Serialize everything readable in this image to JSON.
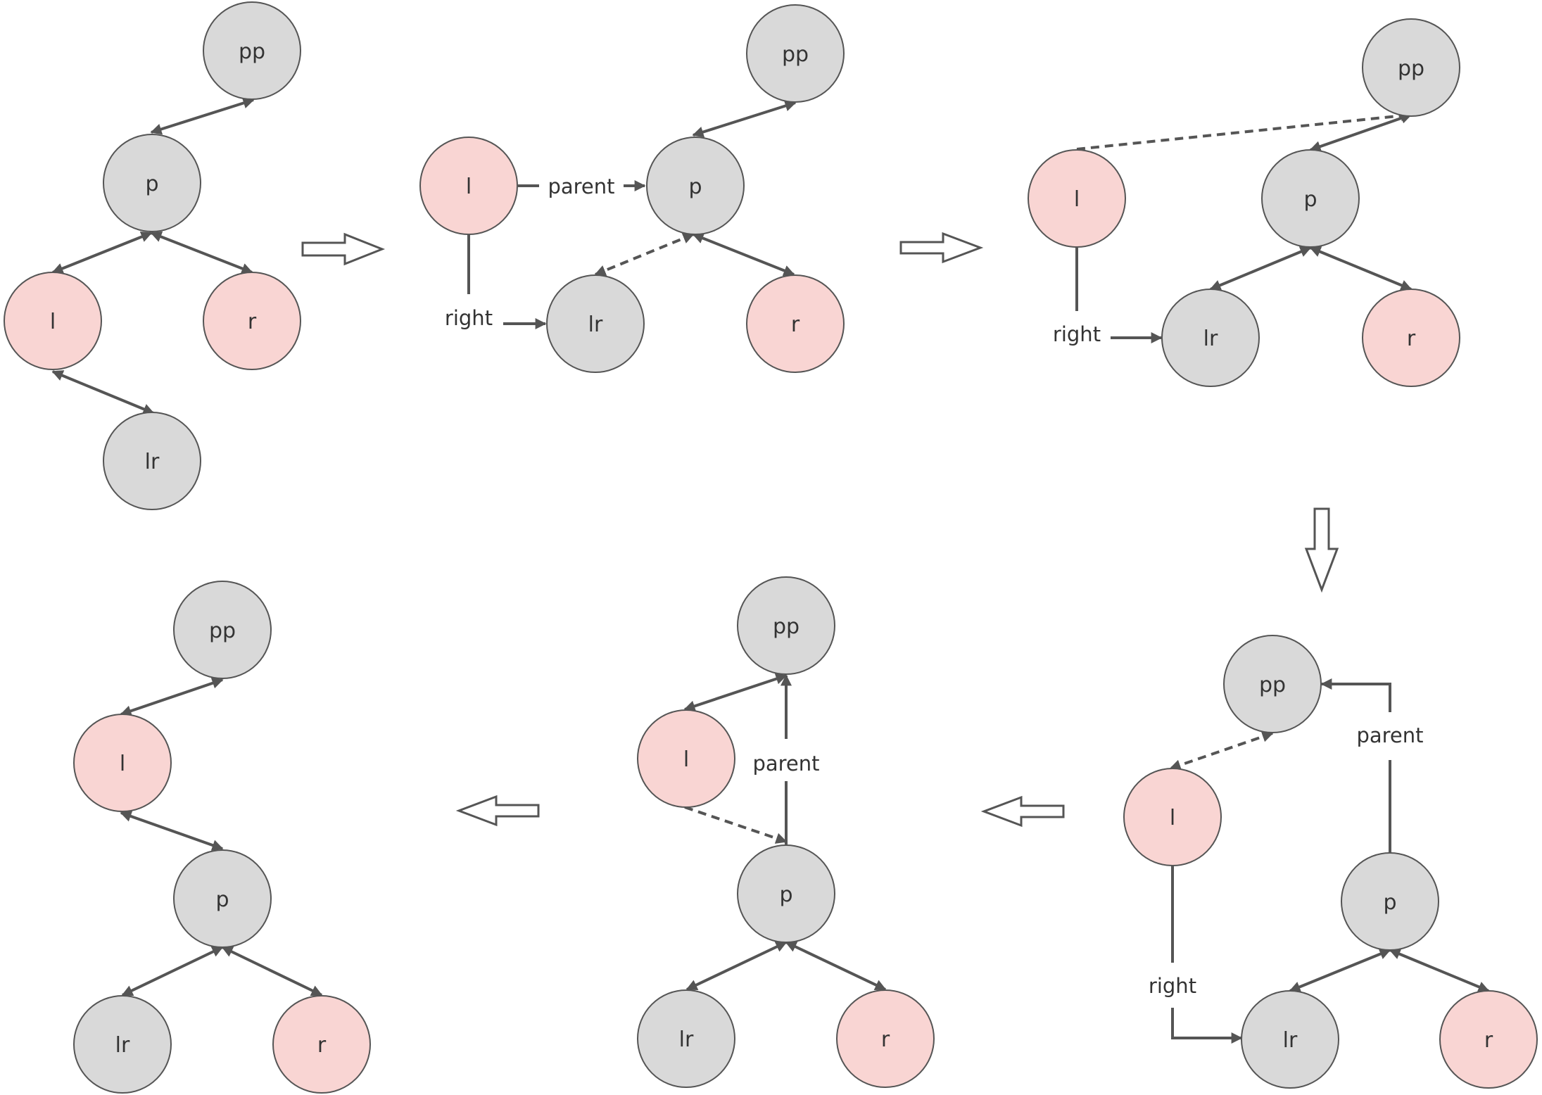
{
  "colors": {
    "gray_node": "#d9d9d9",
    "pink_node": "#f9d5d3",
    "stroke": "#555555",
    "label": "#333333"
  },
  "panels": [
    {
      "id": "panel-1",
      "nodes": [
        {
          "id": "pp",
          "label": "pp",
          "fill": "gray"
        },
        {
          "id": "p",
          "label": "p",
          "fill": "gray"
        },
        {
          "id": "l",
          "label": "l",
          "fill": "pink"
        },
        {
          "id": "r",
          "label": "r",
          "fill": "pink"
        },
        {
          "id": "lr",
          "label": "lr",
          "fill": "gray"
        }
      ],
      "labels": []
    },
    {
      "id": "panel-2",
      "nodes": [
        {
          "id": "l",
          "label": "l",
          "fill": "pink"
        },
        {
          "id": "pp",
          "label": "pp",
          "fill": "gray"
        },
        {
          "id": "p",
          "label": "p",
          "fill": "gray"
        },
        {
          "id": "lr",
          "label": "lr",
          "fill": "gray"
        },
        {
          "id": "r",
          "label": "r",
          "fill": "pink"
        }
      ],
      "labels": [
        {
          "id": "parent",
          "text": "parent"
        },
        {
          "id": "right",
          "text": "right"
        }
      ]
    },
    {
      "id": "panel-3",
      "nodes": [
        {
          "id": "pp",
          "label": "pp",
          "fill": "gray"
        },
        {
          "id": "l",
          "label": "l",
          "fill": "pink"
        },
        {
          "id": "p",
          "label": "p",
          "fill": "gray"
        },
        {
          "id": "lr",
          "label": "lr",
          "fill": "gray"
        },
        {
          "id": "r",
          "label": "r",
          "fill": "pink"
        }
      ],
      "labels": [
        {
          "id": "right",
          "text": "right"
        }
      ]
    },
    {
      "id": "panel-4",
      "nodes": [
        {
          "id": "pp",
          "label": "pp",
          "fill": "gray"
        },
        {
          "id": "l",
          "label": "l",
          "fill": "pink"
        },
        {
          "id": "p",
          "label": "p",
          "fill": "gray"
        },
        {
          "id": "lr",
          "label": "lr",
          "fill": "gray"
        },
        {
          "id": "r",
          "label": "r",
          "fill": "pink"
        }
      ],
      "labels": [
        {
          "id": "parent",
          "text": "parent"
        },
        {
          "id": "right",
          "text": "right"
        }
      ]
    },
    {
      "id": "panel-5",
      "nodes": [
        {
          "id": "pp",
          "label": "pp",
          "fill": "gray"
        },
        {
          "id": "l",
          "label": "l",
          "fill": "pink"
        },
        {
          "id": "p",
          "label": "p",
          "fill": "gray"
        },
        {
          "id": "lr",
          "label": "lr",
          "fill": "gray"
        },
        {
          "id": "r",
          "label": "r",
          "fill": "pink"
        }
      ],
      "labels": [
        {
          "id": "parent",
          "text": "parent"
        }
      ]
    },
    {
      "id": "panel-6",
      "nodes": [
        {
          "id": "pp",
          "label": "pp",
          "fill": "gray"
        },
        {
          "id": "l",
          "label": "l",
          "fill": "pink"
        },
        {
          "id": "p",
          "label": "p",
          "fill": "gray"
        },
        {
          "id": "lr",
          "label": "lr",
          "fill": "gray"
        },
        {
          "id": "r",
          "label": "r",
          "fill": "pink"
        }
      ],
      "labels": []
    }
  ]
}
